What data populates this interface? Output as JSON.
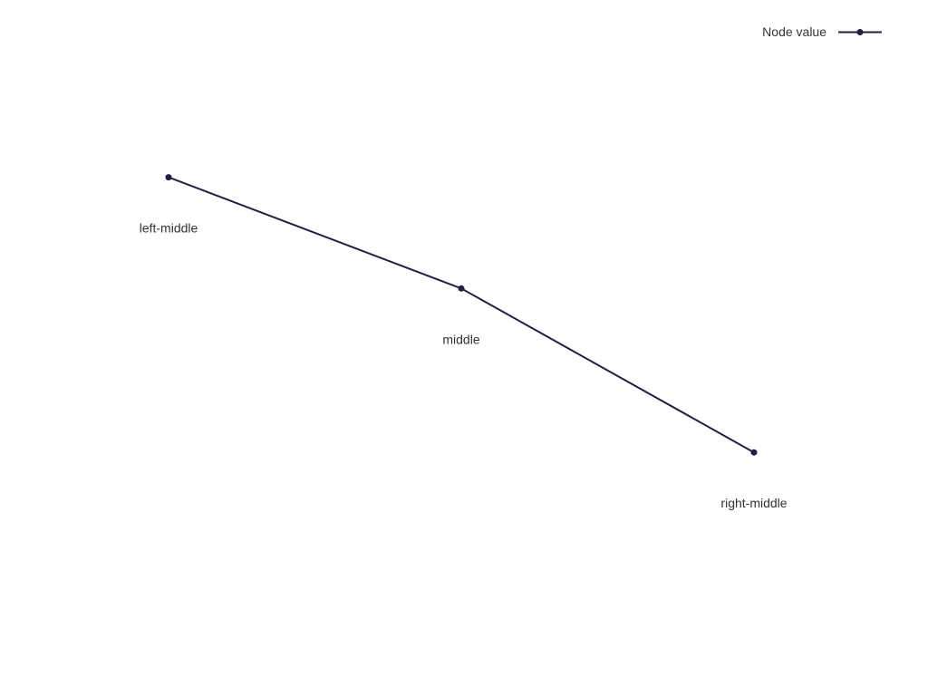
{
  "chart_data": {
    "type": "line",
    "categories": [
      "left-middle",
      "middle",
      "right-middle"
    ],
    "series": [
      {
        "name": "Node value",
        "values": [
          75,
          56,
          28
        ],
        "color": "#1f1f4d"
      }
    ],
    "ylim": [
      0,
      96
    ],
    "grid": false,
    "legend": "top-right"
  }
}
